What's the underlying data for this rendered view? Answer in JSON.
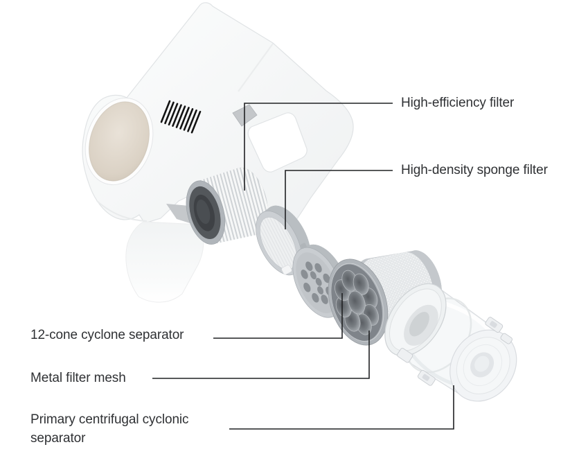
{
  "diagram": {
    "kind": "exploded-view product diagram",
    "labels": {
      "high_efficiency_filter": "High-efficiency filter",
      "high_density_sponge_filter": "High-density sponge filter",
      "cone_cyclone_separator": "12-cone cyclone separator",
      "metal_filter_mesh": "Metal filter mesh",
      "primary_cyclonic_line1": "Primary centrifugal cyclonic",
      "primary_cyclonic_line2": "separator"
    }
  },
  "colors": {
    "bg": "#ffffff",
    "text": "#2f3134",
    "leader": "#1f2022",
    "vent": "#131313",
    "body_white": "#f7f8f9",
    "body_edge": "#e0e3e5",
    "part_gray": "#b4b9be",
    "part_gray_dark": "#84898e",
    "filter_dark": "#515559",
    "opening_beige": "#d7cdc1"
  }
}
